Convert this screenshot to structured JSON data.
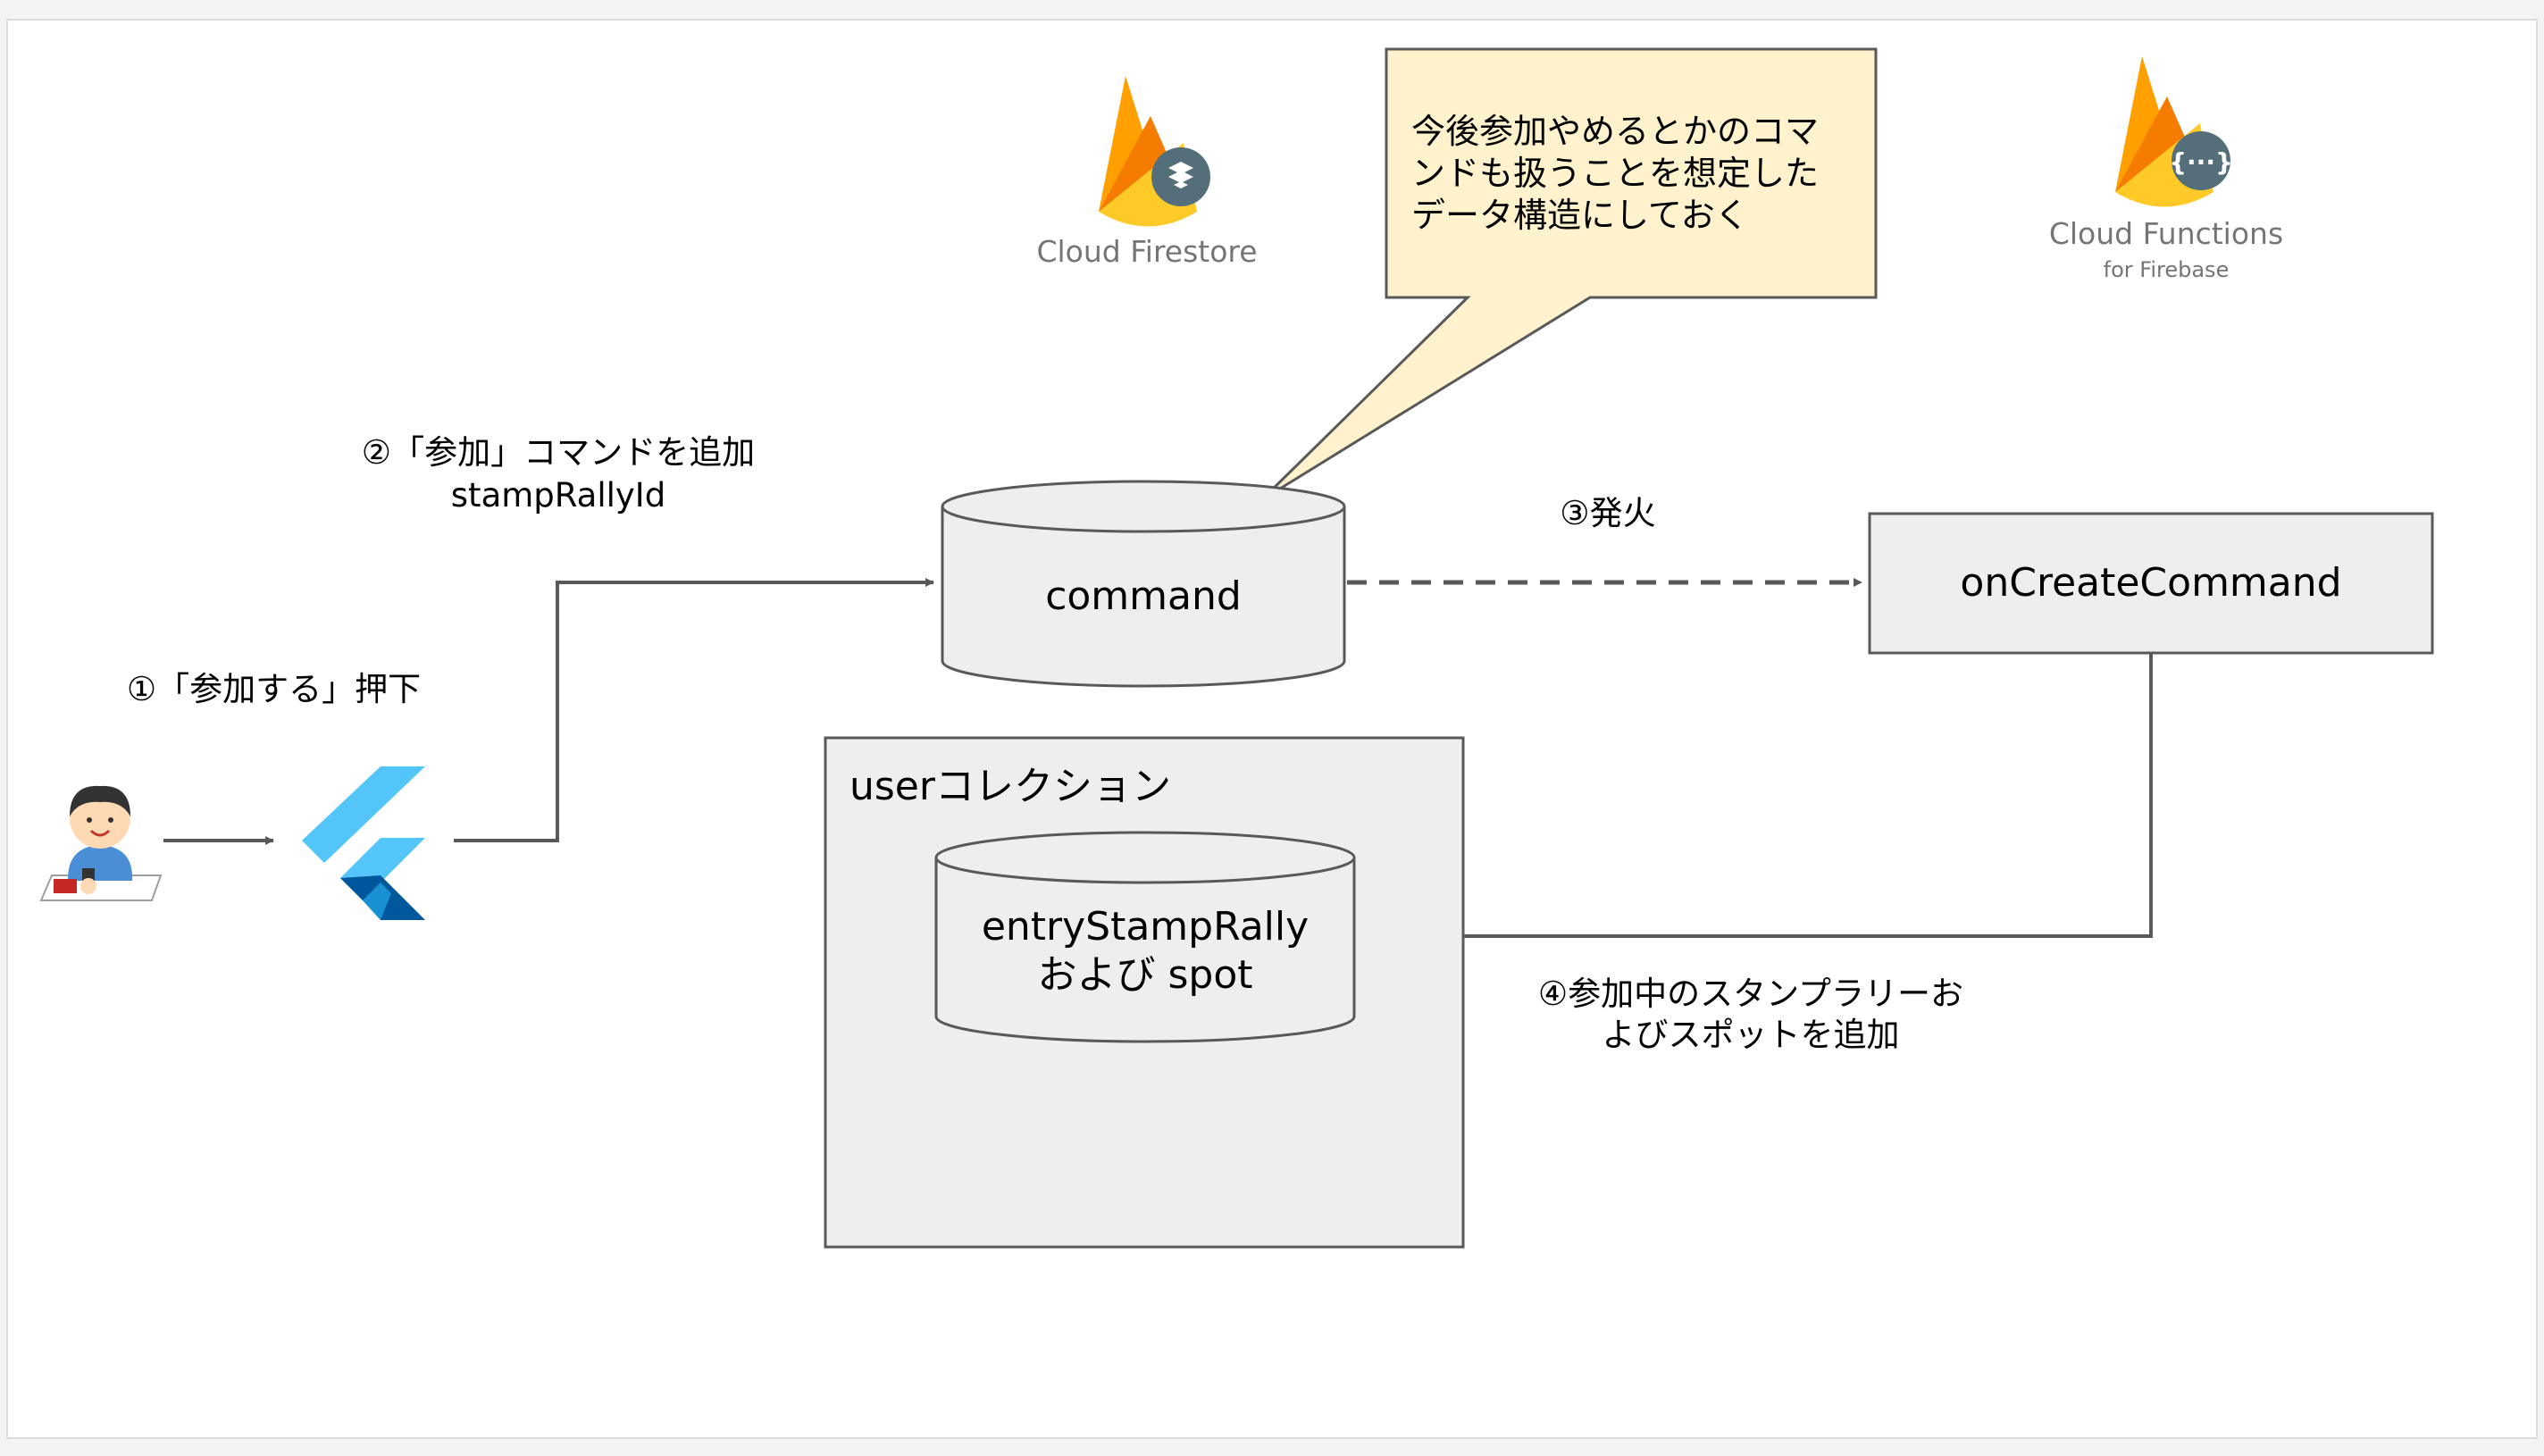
{
  "logos": {
    "firestore": {
      "label": "Cloud Firestore",
      "color_orange": "#ffa000",
      "color_yellow": "#ffca28",
      "color_dark": "#f57c00",
      "badge_color": "#546e7a"
    },
    "functions": {
      "label": "Cloud Functions",
      "sublabel": "for Firebase",
      "badge_color": "#546e7a"
    },
    "flutter": {
      "name": "flutter-logo",
      "color_light": "#54c5f8",
      "color_mid": "#29b6f6",
      "color_dark": "#01579b"
    }
  },
  "callout": {
    "lines": [
      "今後参加やめるとかのコマ",
      "ンドも扱うことを想定した",
      "データ構造にしておく"
    ],
    "fill": "#fff2cc"
  },
  "steps": {
    "step1": "①「参加する」押下",
    "step2_line1": "②「参加」コマンドを追加",
    "step2_line2": "stampRallyId",
    "step3": "③発火",
    "step4_line1": "④参加中のスタンプラリーお",
    "step4_line2": "よびスポットを追加"
  },
  "nodes": {
    "command": "command",
    "on_create_command": "onCreateCommand",
    "user_collection": "userコレクション",
    "entry_line1": "entryStampRally",
    "entry_line2": "および spot"
  },
  "colors": {
    "background": "#ffffff",
    "shape_fill": "#eeeeee",
    "shape_stroke": "#595959",
    "edge": "#595959",
    "label_gray": "#757575"
  }
}
